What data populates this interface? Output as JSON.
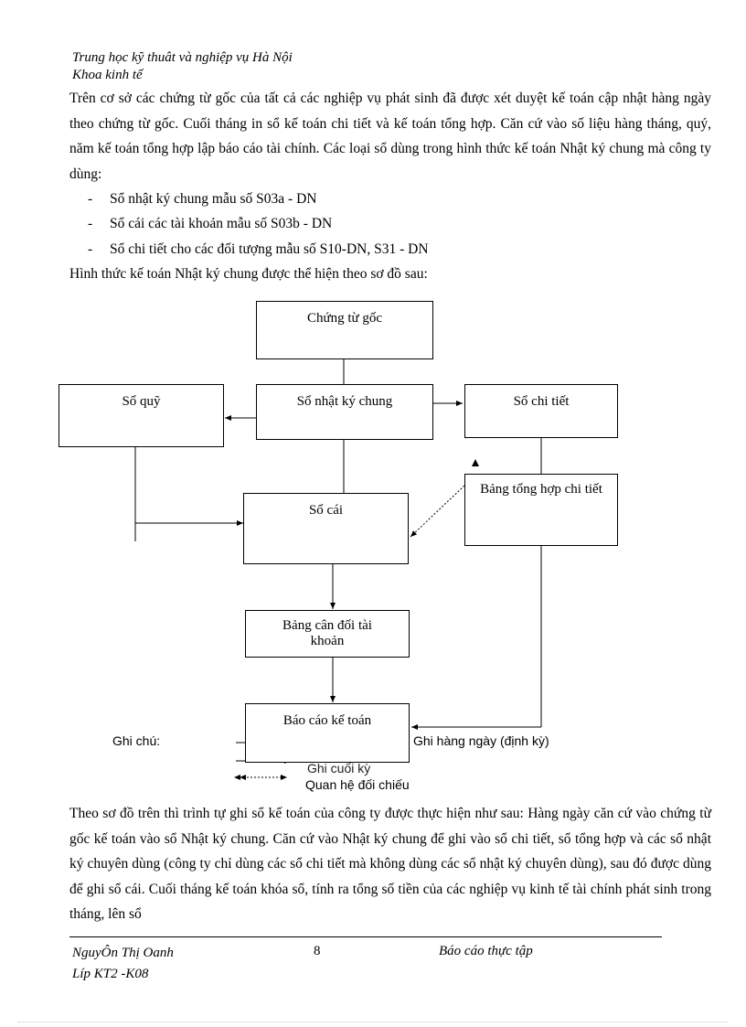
{
  "header": {
    "school": "Trung học kỹ thuât và nghiệp vụ Hà Nội",
    "faculty": "Khoa kinh tế"
  },
  "intro": "Trên cơ sở các chứng từ gốc của tất cả các nghiệp vụ phát sinh đã được xét duyệt kế toán cập nhật hàng ngày theo chứng từ gốc. Cuối tháng in sổ kế toán chi tiết và kế toán tổng hợp. Căn cứ vào số liệu hàng tháng, quý, năm kế toán tổng hợp lập báo cáo tài chính. Các loại sổ dùng trong hình thức kế toán Nhật ký chung mà công ty dùng:",
  "bullets": [
    "Sổ nhật ký chung mẫu số S03a - DN",
    "Sổ cái các tài khoản mẫu số S03b - DN",
    "Sổ chi tiết cho các đối tượng mẫu số S10-DN, S31 - DN"
  ],
  "diagram_intro": "Hình thức kế toán Nhật ký chung được thể hiện theo sơ đồ sau:",
  "diagram": {
    "chung_tu_goc": "Chứng từ gốc",
    "so_quy": "Sổ quỹ",
    "so_nhat_ky_chung": "Sổ nhật ký chung",
    "so_chi_tiet": "Sổ chi tiết",
    "bang_tong_hop": "Bảng tổng hợp chi tiết",
    "so_cai": "Sổ cái",
    "bang_can_doi": "Bảng cân đối tài khoản",
    "bao_cao": "Báo cáo kế toán"
  },
  "legend": {
    "title": "Ghi chú:",
    "daily": "Ghi hàng ngày (định kỳ)",
    "end_period": "Ghi cuối kỳ",
    "cross_check": "Quan hệ đối chiếu"
  },
  "conclusion": "Theo sơ đồ trên thì trình tự ghi sổ kế toán của công ty được thực hiện như sau: Hàng ngày căn cứ vào chứng từ gốc kế toán vào sổ Nhật ký chung. Căn cứ vào Nhật ký chung để ghi vào sổ chi tiết, sổ tổng hợp và các sổ nhật ký chuyên dùng (công ty chỉ dùng các sổ chi tiết mà không dùng các sổ nhật ký chuyên dùng), sau đó được dùng để ghi sổ cái. Cuối tháng kế toán khóa sổ, tính ra tổng số tiền của các nghiệp vụ kinh tế tài chính phát sinh trong tháng, lên sổ",
  "footer": {
    "author": "NguyÔn Thị Oanh",
    "class": "Líp KT2 -K08",
    "page": "8",
    "report": "Báo cáo thực tập"
  }
}
